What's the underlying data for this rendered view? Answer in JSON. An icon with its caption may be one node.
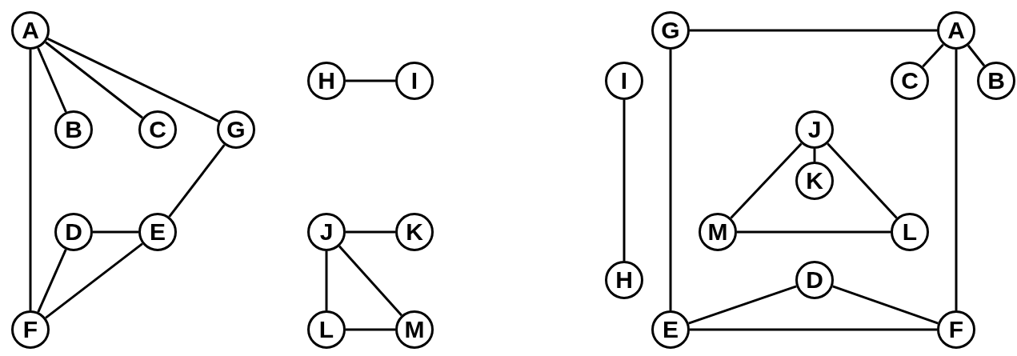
{
  "diagram": {
    "nodes": [
      {
        "text": [
          "A"
        ]
      },
      {
        "text": [
          "B"
        ]
      },
      {
        "text": [
          "C"
        ]
      },
      {
        "text": [
          "G"
        ]
      },
      {
        "text": [
          "H"
        ]
      },
      {
        "text": [
          "I"
        ]
      },
      {
        "text": [
          "D"
        ]
      },
      {
        "text": [
          "E"
        ]
      },
      {
        "text": [
          "J"
        ]
      },
      {
        "text": [
          "K"
        ]
      },
      {
        "text": [
          "F"
        ]
      },
      {
        "text": [
          "L"
        ]
      },
      {
        "text": [
          "M"
        ]
      },
      {
        "text": [
          "G"
        ]
      },
      {
        "text": [
          "A"
        ]
      },
      {
        "text": [
          "I"
        ]
      },
      {
        "text": [
          "C"
        ]
      },
      {
        "text": [
          "B"
        ]
      },
      {
        "text": [
          "J"
        ]
      },
      {
        "text": [
          "K"
        ]
      },
      {
        "text": [
          "M"
        ]
      },
      {
        "text": [
          "L"
        ]
      },
      {
        "text": [
          "H"
        ]
      },
      {
        "text": [
          "D"
        ]
      },
      {
        "text": [
          "E"
        ]
      },
      {
        "text": [
          "F"
        ]
      }
    ],
    "edges": [
      {
        "from": 0,
        "to": 1,
        "arrow": "none"
      },
      {
        "from": 0,
        "to": 2,
        "arrow": "none"
      },
      {
        "from": 0,
        "to": 3,
        "arrow": "none"
      },
      {
        "from": 0,
        "to": 10,
        "arrow": "none"
      },
      {
        "from": 3,
        "to": 7,
        "arrow": "none"
      },
      {
        "from": 6,
        "to": 7,
        "arrow": "none"
      },
      {
        "from": 6,
        "to": 10,
        "arrow": "none"
      },
      {
        "from": 7,
        "to": 10,
        "arrow": "none"
      },
      {
        "from": 4,
        "to": 5,
        "arrow": "none"
      },
      {
        "from": 8,
        "to": 9,
        "arrow": "none"
      },
      {
        "from": 8,
        "to": 11,
        "arrow": "none"
      },
      {
        "from": 8,
        "to": 12,
        "arrow": "none"
      },
      {
        "from": 11,
        "to": 12,
        "arrow": "none"
      },
      {
        "from": 13,
        "to": 14,
        "arrow": "none"
      },
      {
        "from": 13,
        "to": 24,
        "arrow": "none"
      },
      {
        "from": 14,
        "to": 16,
        "arrow": "none"
      },
      {
        "from": 14,
        "to": 17,
        "arrow": "none"
      },
      {
        "from": 14,
        "to": 25,
        "arrow": "none"
      },
      {
        "from": 15,
        "to": 22,
        "arrow": "none"
      },
      {
        "from": 18,
        "to": 19,
        "arrow": "none"
      },
      {
        "from": 18,
        "to": 20,
        "arrow": "none"
      },
      {
        "from": 18,
        "to": 21,
        "arrow": "none"
      },
      {
        "from": 20,
        "to": 21,
        "arrow": "none"
      },
      {
        "from": 24,
        "to": 23,
        "arrow": "none"
      },
      {
        "from": 23,
        "to": 25,
        "arrow": "none"
      },
      {
        "from": 24,
        "to": 25,
        "arrow": "none"
      }
    ]
  }
}
